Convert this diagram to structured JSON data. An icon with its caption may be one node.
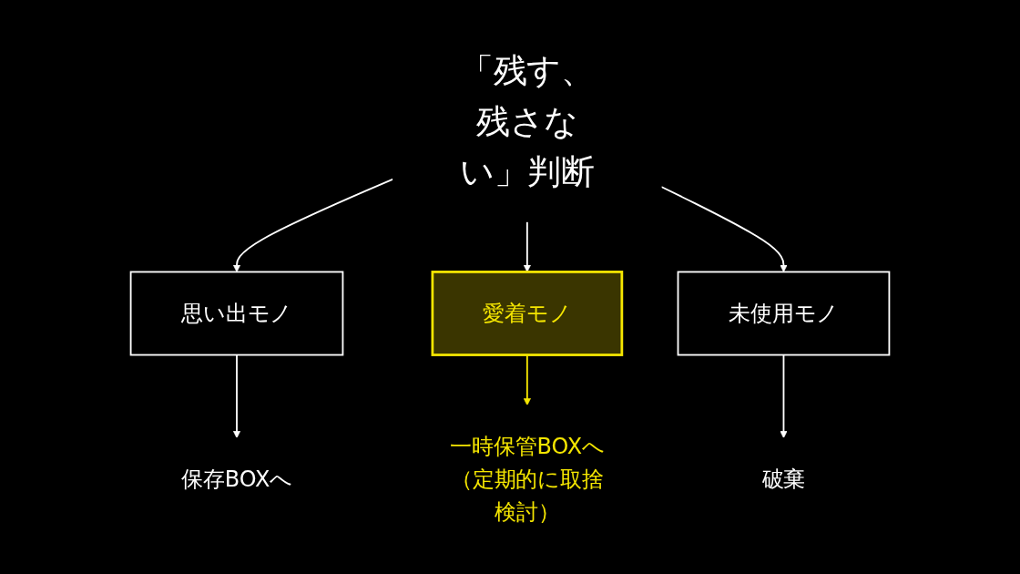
{
  "diagram": {
    "nodes": [
      {
        "text": [
          "「残す、残さない」判断"
        ]
      },
      {
        "text": [
          "思い出モノ"
        ]
      },
      {
        "text": [
          "愛着モノ"
        ]
      },
      {
        "text": [
          "未使用モノ"
        ]
      },
      {
        "text": [
          "保存BOXへ"
        ]
      },
      {
        "text": [
          "一時保管BOXへ",
          "（定期的に取捨検討）"
        ]
      },
      {
        "text": [
          "破棄"
        ]
      }
    ],
    "edges": [
      {
        "from": 0,
        "to": 1,
        "arrow": "to"
      },
      {
        "from": 0,
        "to": 2,
        "arrow": "to"
      },
      {
        "from": 0,
        "to": 3,
        "arrow": "to"
      },
      {
        "from": 1,
        "to": 4,
        "arrow": "to"
      },
      {
        "from": 2,
        "to": 5,
        "arrow": "to",
        "color": "#f5e600"
      },
      {
        "from": 3,
        "to": 6,
        "arrow": "to"
      }
    ]
  }
}
